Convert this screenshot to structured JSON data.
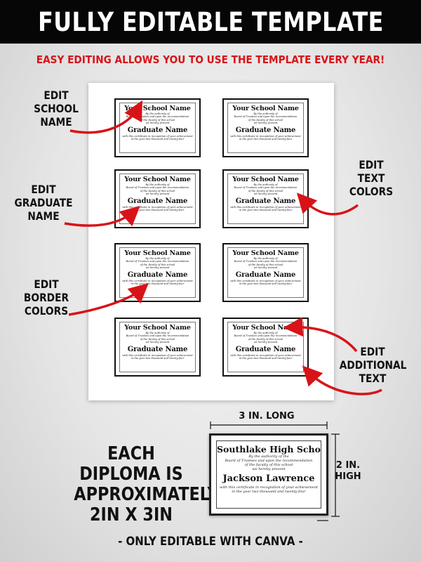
{
  "header": {
    "title": "FULLY EDITABLE TEMPLATE"
  },
  "subtitle": "EASY EDITING ALLOWS YOU TO USE THE TEMPLATE EVERY YEAR!",
  "colors": {
    "header_bg": "#060606",
    "accent_red": "#d81318",
    "text": "#111111"
  },
  "mini_diploma": {
    "school": "Your School Name",
    "line1": "By the authority of",
    "line2": "Board of Trustees and upon the recommendation",
    "line3": "of the faculty of this school",
    "line4": "we hereby present",
    "graduate": "Graduate Name",
    "line5": "with this certificate in recognition of your achievement",
    "line6": "in the year two thousand and twenty-four"
  },
  "callouts": {
    "school_name": [
      "EDIT",
      "SCHOOL",
      "NAME"
    ],
    "graduate_name": [
      "EDIT",
      "GRADUATE",
      "NAME"
    ],
    "border_colors": [
      "EDIT",
      "BORDER",
      "COLORS"
    ],
    "text_colors": [
      "EDIT",
      "TEXT",
      "COLORS"
    ],
    "additional_text": [
      "EDIT",
      "ADDITIONAL",
      "TEXT"
    ]
  },
  "size_info": {
    "each_text": [
      "EACH DIPLOMA IS",
      "APPROXIMATELY",
      "2IN X 3IN"
    ],
    "length_label": "3 IN. LONG",
    "height_label": [
      "2 IN.",
      "HIGH"
    ]
  },
  "sample_diploma": {
    "school": "Southlake High School",
    "line1": "By the authority of the",
    "line2": "Board of Trustees and upon the recommendation",
    "line3": "of the faculty of this school",
    "line4": "we hereby present",
    "graduate": "Jackson Lawrence",
    "line5": "with this certificate in recognition of your achievement",
    "line6": "in the year two thousand and twenty-four"
  },
  "footer": "- ONLY EDITABLE WITH CANVA -"
}
